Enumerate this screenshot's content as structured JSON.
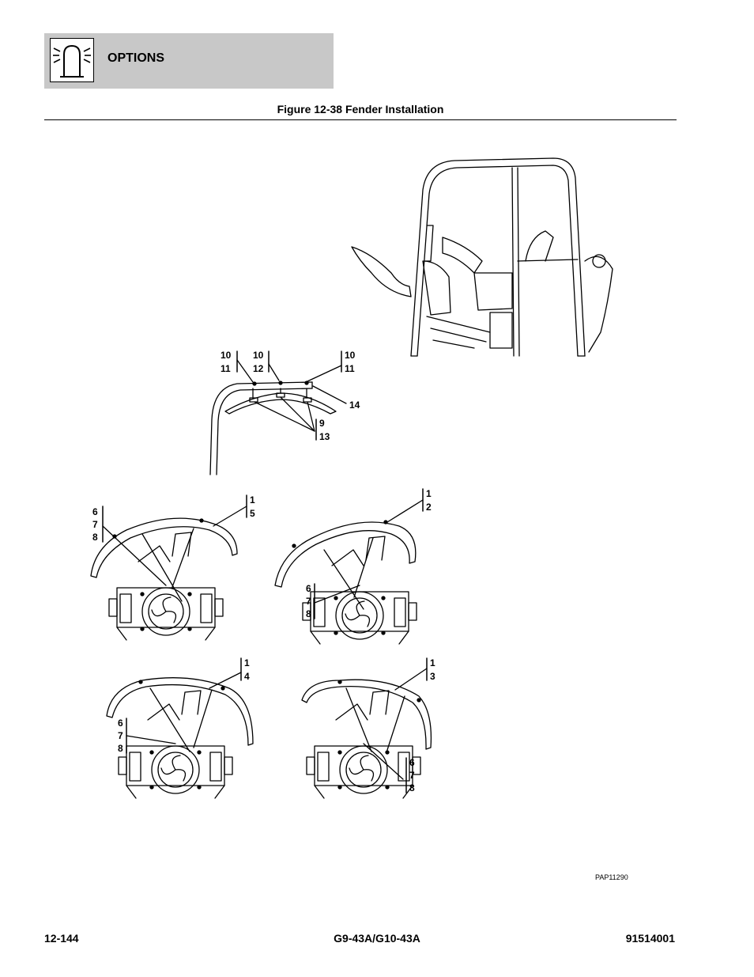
{
  "header": {
    "section_title": "OPTIONS",
    "icon": "beacon-light-icon"
  },
  "figure": {
    "title": "Figure 12-38 Fender Installation",
    "art_code": "PAP11290",
    "callouts": {
      "top_a": [
        "10",
        "11"
      ],
      "top_b": [
        "10",
        "12"
      ],
      "top_c": [
        "10",
        "11"
      ],
      "rail": [
        "14"
      ],
      "bracket": [
        "9",
        "13"
      ],
      "fl_part": [
        "1",
        "5"
      ],
      "fl_hw": [
        "6",
        "7",
        "8"
      ],
      "fr_part": [
        "1",
        "2"
      ],
      "fr_hw": [
        "6",
        "7",
        "8"
      ],
      "rl_part": [
        "1",
        "4"
      ],
      "rl_hw": [
        "6",
        "7",
        "8"
      ],
      "rr_part": [
        "1",
        "3"
      ],
      "rr_hw": [
        "6",
        "7",
        "8"
      ]
    }
  },
  "footer": {
    "page_number": "12-144",
    "model": "G9-43A/G10-43A",
    "doc_number": "91514001"
  }
}
